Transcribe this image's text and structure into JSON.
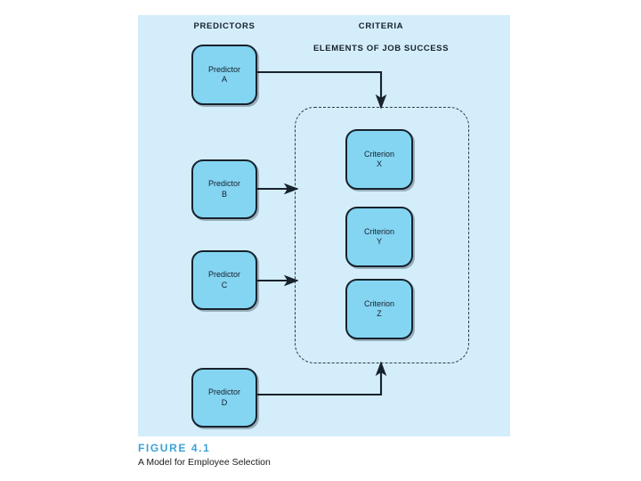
{
  "figure": {
    "headings": {
      "predictors": "PREDICTORS",
      "criteria": "CRITERIA",
      "elements_line1": "ELEMENTS OF",
      "elements_line2": "JOB SUCCESS"
    },
    "predictors": [
      {
        "line1": "Predictor",
        "line2": "A"
      },
      {
        "line1": "Predictor",
        "line2": "B"
      },
      {
        "line1": "Predictor",
        "line2": "C"
      },
      {
        "line1": "Predictor",
        "line2": "D"
      }
    ],
    "criteria": [
      {
        "line1": "Criterion",
        "line2": "X"
      },
      {
        "line1": "Criterion",
        "line2": "Y"
      },
      {
        "line1": "Criterion",
        "line2": "Z"
      }
    ],
    "caption": {
      "title": "FIGURE 4.1",
      "subtitle": "A Model for Employee Selection"
    },
    "colors": {
      "panel_background": "#d4edfb",
      "node_fill": "#84d5f2",
      "node_border": "#17222c",
      "dashed_border": "#2c3a46",
      "caption_title": "#3aa3d9",
      "page_background": "#ffffff"
    }
  }
}
